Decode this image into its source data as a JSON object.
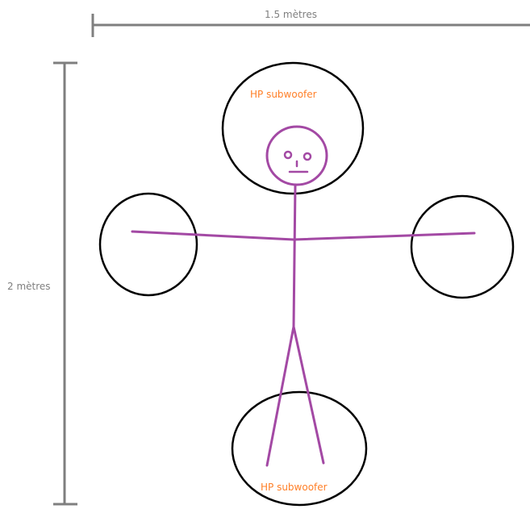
{
  "dimensions": {
    "width_label": "1.5 mètres",
    "height_label": "2 mètres"
  },
  "speakers": {
    "top_label": "HP subwoofer",
    "bottom_label": "HP subwoofer"
  },
  "colors": {
    "dimension_line": "#7f7f7f",
    "speaker_outline": "#000000",
    "person_stroke": "#a349a4",
    "label": "#ff7f27"
  }
}
